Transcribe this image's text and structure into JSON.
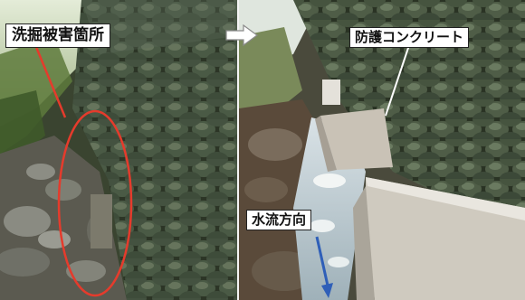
{
  "labels": {
    "damage": "洗掘被害箇所",
    "concrete": "防護コンクリート",
    "flow": "水流方向"
  },
  "arrow_icon": "right-arrow-icon",
  "colors": {
    "annotation_red": "#e53b2c",
    "flow_arrow": "#2f5fb8",
    "pointer_white": "#ffffff"
  }
}
